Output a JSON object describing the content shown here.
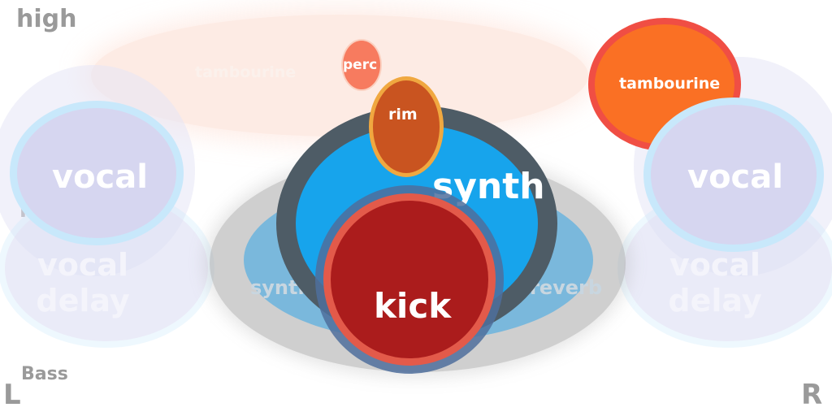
{
  "axes": {
    "high": "high",
    "mid": "mid",
    "bass": "Bass",
    "left": "L",
    "right": "R"
  },
  "elements": {
    "tambourine_left": "tambourine",
    "perc": "perc",
    "tambourine_right": "tambourine",
    "rim": "rim",
    "vocal_left": "vocal",
    "vocal_right": "vocal",
    "synth": "synth",
    "vocal_delay_left": "vocal delay",
    "vocal_delay_right": "vocal delay",
    "synth_reverb_left": "synth",
    "synth_reverb_right": "reverb",
    "kick": "kick"
  },
  "colors": {
    "kick": "#ab1c1c",
    "kick_ring": "#e35a4a",
    "synth": "#17a4ec",
    "synth_ring": "#4e5c66",
    "reverb": "#7ab8dc",
    "rim": "#c95420",
    "rim_ring": "#f0a840",
    "perc": "#f77b5f",
    "tambourine": "#fa7024",
    "tambourine_ring": "#f04e44",
    "vocal": "#d6d6f0",
    "vocal_ring": "#c8e8fb",
    "tambourine_faded": "#fde8e0",
    "axis_text": "#9a9a9a"
  }
}
